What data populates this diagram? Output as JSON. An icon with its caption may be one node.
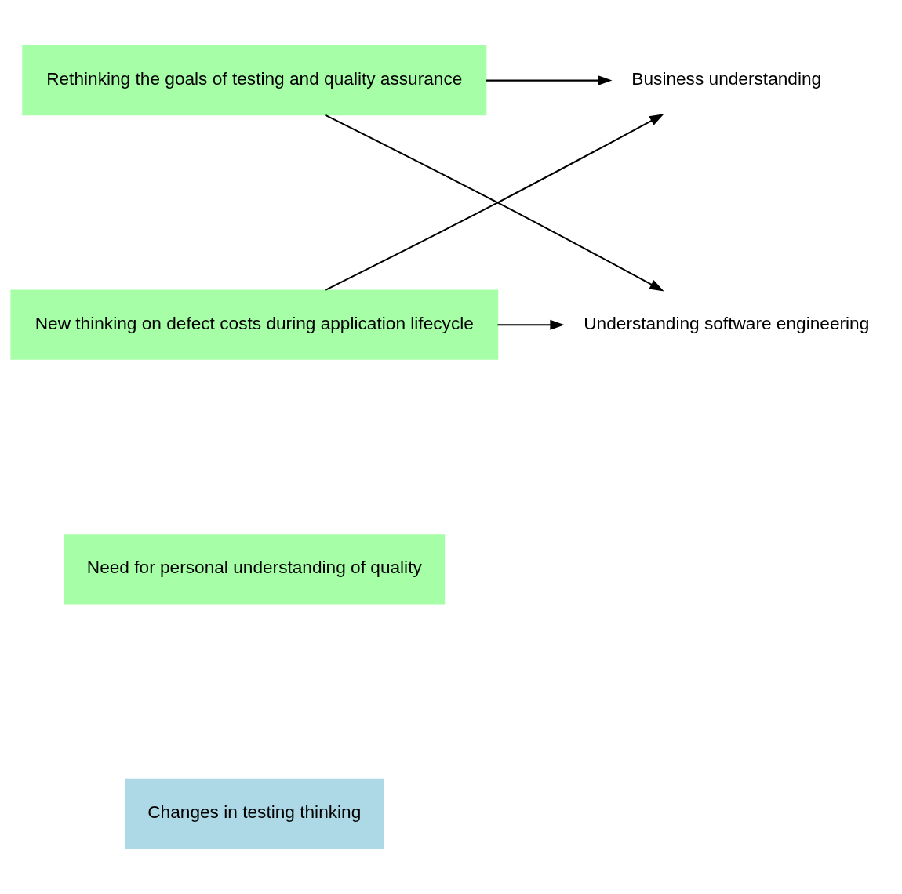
{
  "diagram": {
    "nodes": [
      {
        "text": [
          "Changes in testing thinking"
        ]
      },
      {
        "text": [
          "Need for personal understanding of quality"
        ]
      },
      {
        "text": [
          "Rethinking the goals of testing and quality assurance"
        ]
      },
      {
        "text": [
          "New thinking on defect costs during application lifecycle"
        ]
      },
      {
        "text": [
          "Business understanding"
        ]
      },
      {
        "text": [
          "Understanding software engineering"
        ]
      }
    ],
    "edges": [
      {
        "from": 2,
        "to": 4,
        "arrow": "to"
      },
      {
        "from": 2,
        "to": 5,
        "arrow": "to"
      },
      {
        "from": 3,
        "to": 4,
        "arrow": "to"
      },
      {
        "from": 3,
        "to": 5,
        "arrow": "to"
      }
    ]
  }
}
